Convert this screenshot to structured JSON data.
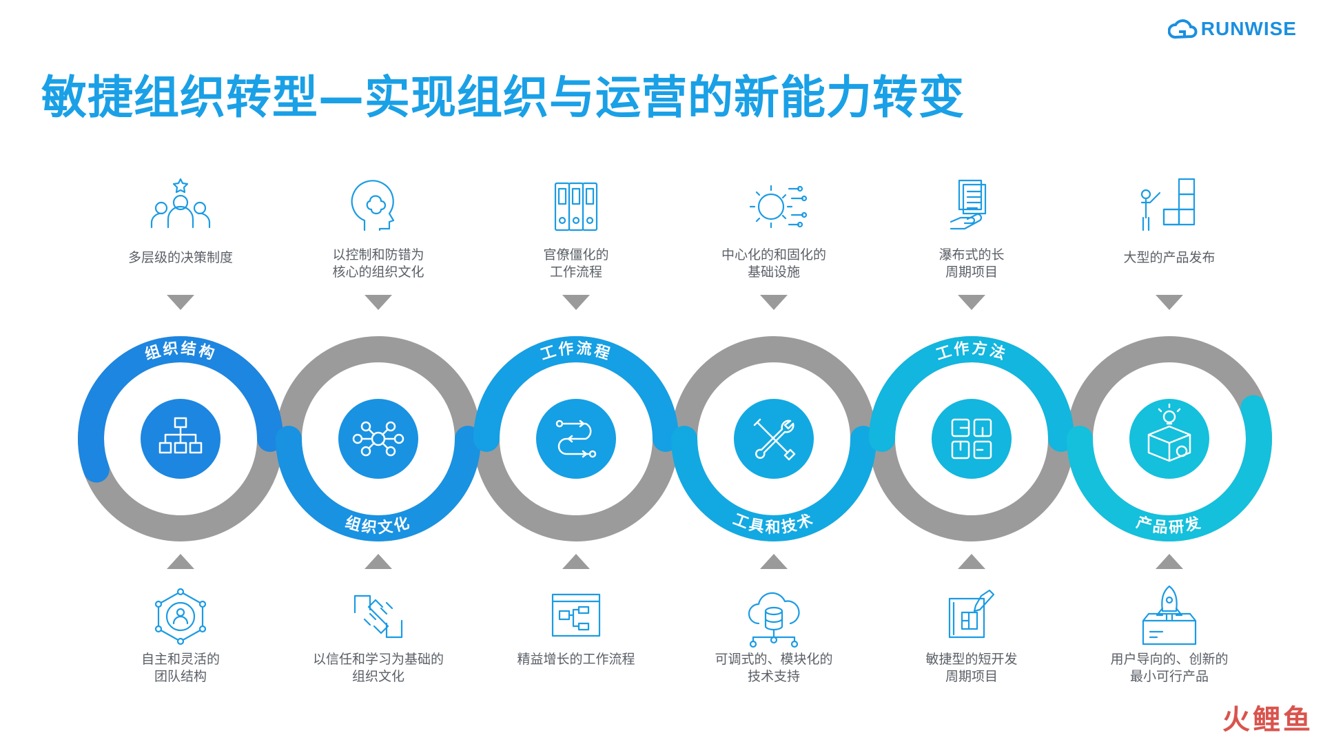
{
  "title": "敏捷组织转型—实现组织与运营的新能力转变",
  "brand": {
    "name": "RUNWISE",
    "logo_icon": "cloud-logo-icon"
  },
  "watermark": "火鲤鱼",
  "colors": {
    "gray_ring": "#9b9b9b",
    "inner_icon_bg": "#2b9be8",
    "title": "#1aa0e6",
    "arrow": "#9a9a9a",
    "ring_1": "#1d86e0",
    "ring_2": "#1992e2",
    "ring_3": "#159fe4",
    "ring_4": "#12a9e2",
    "ring_5": "#12b6de",
    "ring_6": "#14c0dc"
  },
  "stages": [
    {
      "ring_label": "组织结构",
      "ring_label_position": "top",
      "center_icon": "org-chart-icon",
      "before": {
        "text": "多层级的决策制度",
        "icon": "team-leader-star-icon"
      },
      "after": {
        "text": "自主和灵活的\n团队结构",
        "icon": "network-team-icon"
      }
    },
    {
      "ring_label": "组织文化",
      "ring_label_position": "bottom",
      "center_icon": "people-network-icon",
      "before": {
        "text": "以控制和防错为\n核心的组织文化",
        "icon": "brain-head-icon"
      },
      "after": {
        "text": "以信任和学习为基础的\n组织文化",
        "icon": "handshake-icon"
      }
    },
    {
      "ring_label": "工作流程",
      "ring_label_position": "top",
      "center_icon": "workflow-path-icon",
      "before": {
        "text": "官僚僵化的\n工作流程",
        "icon": "binders-icon"
      },
      "after": {
        "text": "精益增长的工作流程",
        "icon": "flowchart-window-icon"
      }
    },
    {
      "ring_label": "工具和技术",
      "ring_label_position": "bottom",
      "center_icon": "tools-wrench-icon",
      "before": {
        "text": "中心化的和固化的\n基础设施",
        "icon": "gear-globe-icon"
      },
      "after": {
        "text": "可调式的、模块化的\n技术支持",
        "icon": "cloud-database-icon"
      }
    },
    {
      "ring_label": "工作方法",
      "ring_label_position": "top",
      "center_icon": "modules-grid-icon",
      "before": {
        "text": "瀑布式的长\n周期项目",
        "icon": "documents-hand-icon"
      },
      "after": {
        "text": "敏捷型的短开发\n周期项目",
        "icon": "blueprint-pencil-icon"
      }
    },
    {
      "ring_label": "产品研发",
      "ring_label_position": "bottom",
      "center_icon": "idea-box-gear-icon",
      "before": {
        "text": "大型的产品发布",
        "icon": "presenter-boxes-icon"
      },
      "after": {
        "text": "用户导向的、创新的\n最小可行产品",
        "icon": "rocket-box-icon"
      }
    }
  ]
}
